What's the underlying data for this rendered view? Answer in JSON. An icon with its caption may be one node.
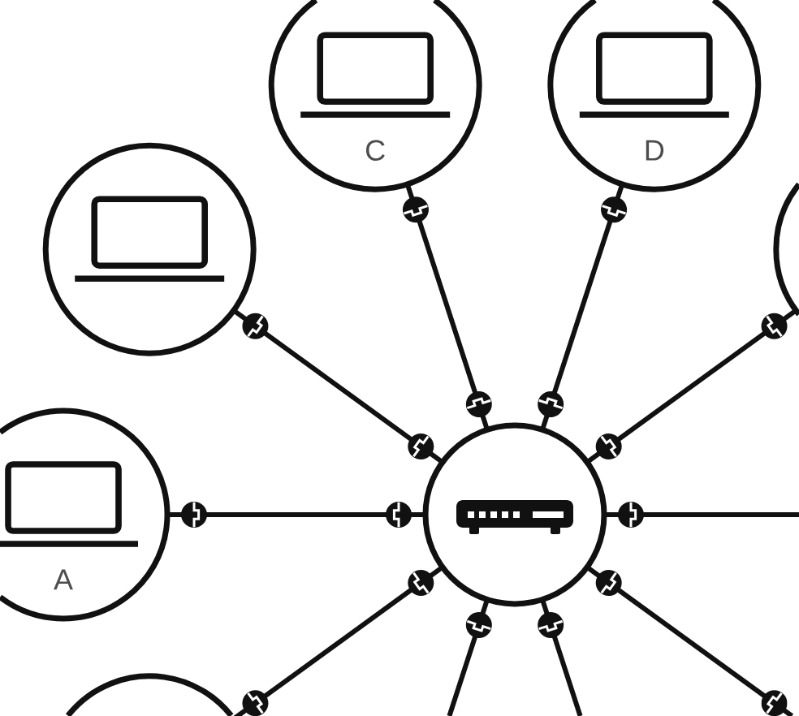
{
  "diagram": {
    "nodes": [
      {
        "text": [
          "C"
        ]
      },
      {
        "text": [
          "D"
        ]
      },
      {
        "text": [],
        "shape": "circle"
      },
      {
        "text": [],
        "shape": "circle"
      },
      {
        "text": [
          "A"
        ]
      },
      {
        "text": [],
        "shape": "circle"
      },
      {
        "text": [],
        "shape": "circle"
      }
    ],
    "edges": [
      {
        "from": 5,
        "to": 4,
        "arrow": "none"
      },
      {
        "from": 5,
        "to": 2,
        "arrow": "none"
      },
      {
        "from": 5,
        "to": 0,
        "arrow": "none"
      },
      {
        "from": 5,
        "to": 1,
        "arrow": "none"
      },
      {
        "from": 5,
        "to": 3,
        "arrow": "none"
      },
      {
        "from": 5,
        "to": null,
        "arrow": "none"
      },
      {
        "from": 5,
        "to": null,
        "arrow": "other"
      },
      {
        "from": 5,
        "to": null,
        "arrow": "none"
      },
      {
        "from": 5,
        "to": null,
        "arrow": "none"
      },
      {
        "from": 5,
        "to": 6,
        "arrow": "none"
      }
    ]
  }
}
